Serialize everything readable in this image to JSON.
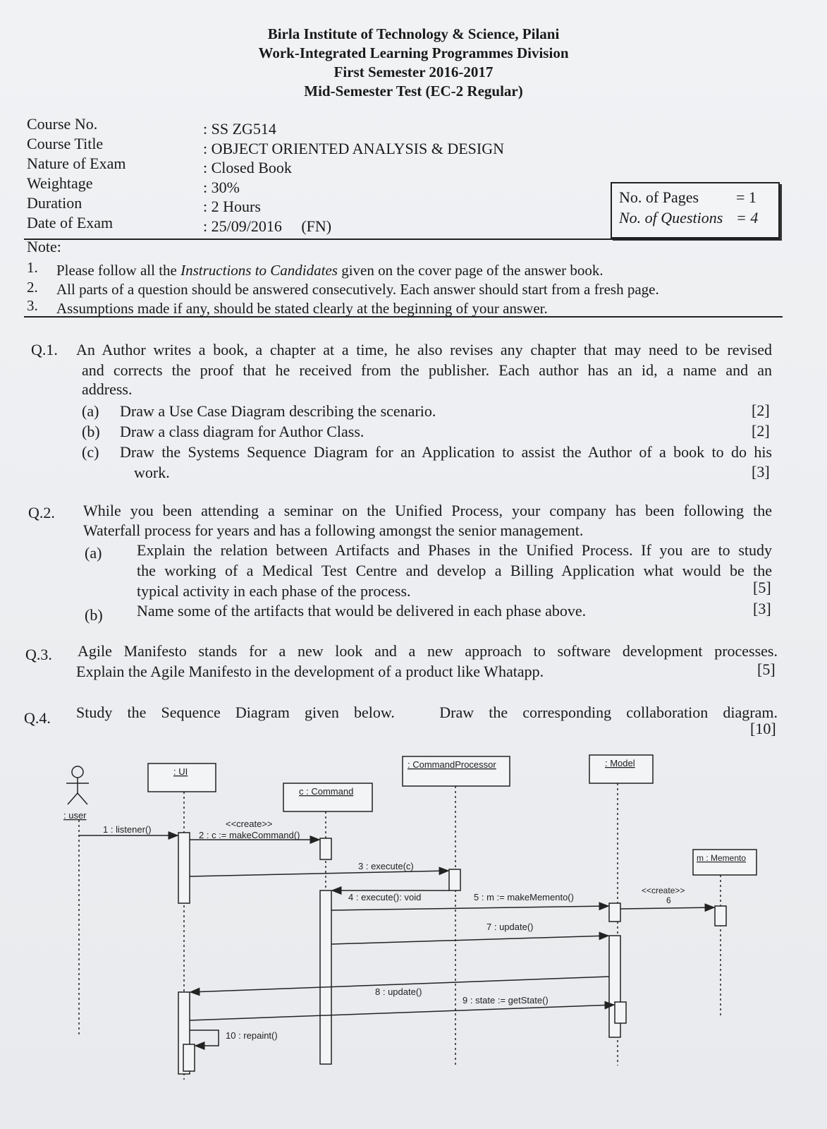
{
  "header": {
    "institute": "Birla Institute of Technology & Science, Pilani",
    "division": "Work-Integrated Learning Programmes Division",
    "semester": "First Semester 2016-2017",
    "test": "Mid-Semester Test  (EC-2 Regular)"
  },
  "details": [
    {
      "label": "Course No.",
      "value": ": SS ZG514"
    },
    {
      "label": "Course Title",
      "value": ": OBJECT ORIENTED ANALYSIS & DESIGN"
    },
    {
      "label": "Nature of Exam",
      "value": ": Closed Book"
    },
    {
      "label": "Weightage",
      "value": ": 30%"
    },
    {
      "label": "Duration",
      "value": ": 2 Hours"
    },
    {
      "label": "Date of Exam",
      "value": ": 25/09/2016     (FN)"
    }
  ],
  "info_box": {
    "pages_label": "No. of Pages",
    "pages_value": "= 1",
    "questions_label": "No. of Questions",
    "questions_value": "= 4"
  },
  "note": {
    "title": "Note:",
    "items": [
      {
        "num": "1.",
        "text": "Please follow all the Instructions to Candidates given on the cover page of the answer book."
      },
      {
        "num": "2.",
        "text": "All parts of a question should be answered consecutively. Each answer should start from a fresh page."
      },
      {
        "num": "3.",
        "text": "Assumptions made if any, should be stated clearly at the beginning of your answer."
      }
    ]
  },
  "q1": {
    "num": "Q.1.",
    "line1": "An Author writes a book, a chapter at a time,  he also revises any chapter that may need to be revised",
    "line2": "and corrects the proof that he received from the publisher. Each author has an id, a name and an",
    "line3": "address.",
    "a_label": "(a)",
    "a_text": "Draw a Use Case Diagram describing the scenario.",
    "a_marks": "[2]",
    "b_label": "(b)",
    "b_text": "Draw a class diagram for Author Class.",
    "b_marks": "[2]",
    "c_label": "(c)",
    "c_text1": "Draw the Systems Sequence Diagram for an Application to assist the Author of a book to do his",
    "c_text2": "work.",
    "c_marks": "[3]"
  },
  "q2": {
    "num": "Q.2.",
    "line1": "While you been attending a seminar on the Unified Process, your company has been following the",
    "line2": "Waterfall process for years and has a following amongst the senior management.",
    "a_label": "(a)",
    "a_text1": "Explain the relation between Artifacts and Phases in the Unified Process. If you are to study",
    "a_text2": "the working of a Medical Test Centre and develop a Billing Application what would be the",
    "a_text3": "typical activity in each phase of the process.",
    "a_marks": "[5]",
    "b_label": "(b)",
    "b_text": "Name some of the artifacts that would be delivered in each phase above.",
    "b_marks": "[3]"
  },
  "q3": {
    "num": "Q.3.",
    "line1": "Agile Manifesto stands for a new look and a new approach to software development processes.",
    "line2": "Explain the Agile Manifesto in the development of a product like Whatapp.",
    "marks": "[5]"
  },
  "q4": {
    "num": "Q.4.",
    "line1": "Study the Sequence Diagram given below.   Draw the corresponding collaboration diagram.",
    "marks": "[10]"
  },
  "diagram": {
    "actor": ": user",
    "ui": ": UI",
    "command": "c : Command",
    "processor": ": CommandProcessor",
    "model": ": Model",
    "memento": "m : Memento",
    "msg1": "1 : listener()",
    "msg2_stereo": "<<create>>",
    "msg2": "2 : c := makeCommand()",
    "msg3": "3 : execute(c)",
    "msg4": "4 : execute(): void",
    "msg5": "5 : m := makeMemento()",
    "msg6_stereo": "<<create>>",
    "msg6": "6",
    "msg7": "7 : update()",
    "msg8": "8 : update()",
    "msg9": "9 : state := getState()",
    "msg10": "10 : repaint()"
  }
}
